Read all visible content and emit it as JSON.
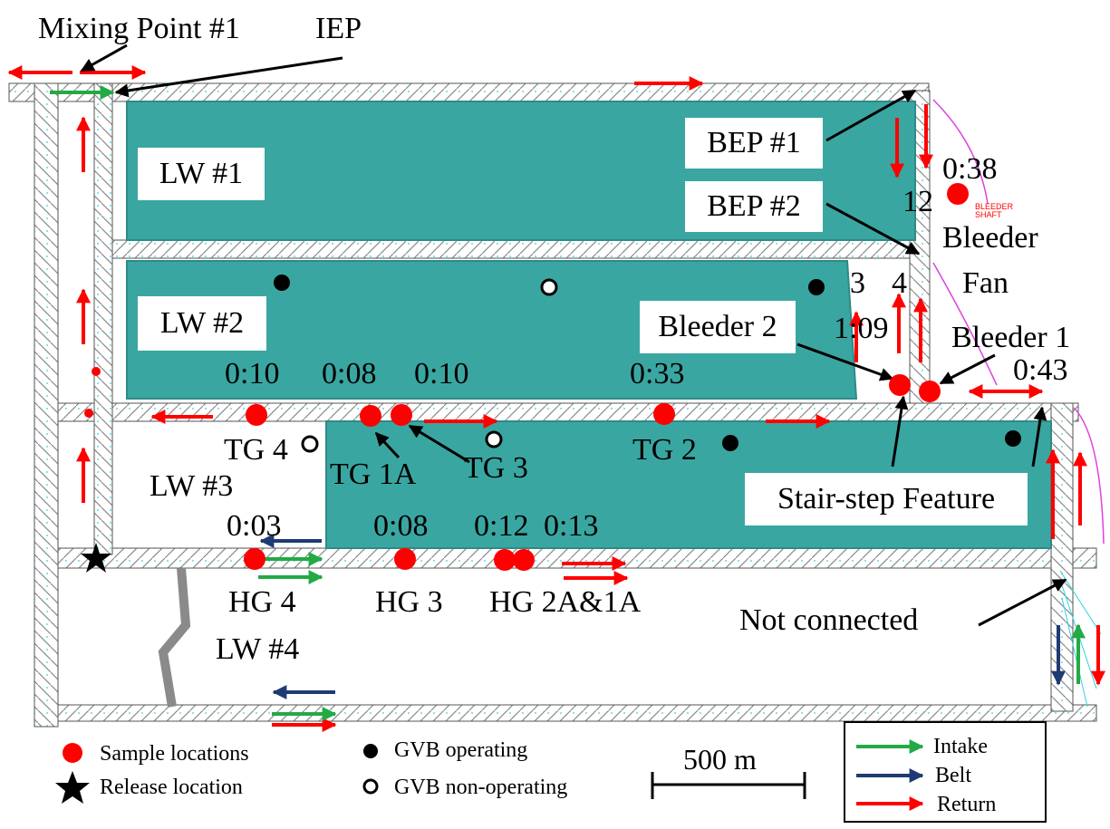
{
  "colors": {
    "panel": "#3aa6a1",
    "panel_dark": "#2e8a86",
    "entry": "#9a9a9a",
    "sample": "#ff0000",
    "return": "#ff0000",
    "intake": "#22aa44",
    "belt": "#1f3b73",
    "pointer": "#000000",
    "magenta": "#e040e0",
    "cyan": "#2fd0e0"
  },
  "labels": {
    "mixing_point": "Mixing Point #1",
    "iep": "IEP",
    "bep1": "BEP #1",
    "bep2": "BEP #2",
    "lw1": "LW #1",
    "lw2": "LW #2",
    "lw3": "LW #3",
    "lw4": "LW #4",
    "bleeder_fan": "Bleeder",
    "bleeder_fan2": "Fan",
    "bleeder1": "Bleeder 1",
    "bleeder2": "Bleeder 2",
    "stair_step": "Stair-step Feature",
    "not_connected": "Not connected",
    "scale": "500 m",
    "num12": "12",
    "num3": "3",
    "num4": "4",
    "bleeder_shaft": "BLEEDER SHAFT"
  },
  "times": {
    "t038": "0:38",
    "t109": "1:09",
    "t043": "0:43",
    "tg4_time": "0:10",
    "tg1a_time": "0:08",
    "tg3_time": "0:10",
    "tg2_time": "0:33",
    "hg4_time": "0:03",
    "hg3_time": "0:08",
    "hg2a_time": "0:12",
    "hg1a_time": "0:13"
  },
  "gauges": {
    "tg4": "TG 4",
    "tg1a": "TG 1A",
    "tg3": "TG 3",
    "tg2": "TG 2",
    "hg4": "HG 4",
    "hg3": "HG 3",
    "hg2a1a": "HG 2A&1A"
  },
  "legend": {
    "sample": "Sample locations",
    "release": "Release location",
    "gvb_on": "GVB operating",
    "gvb_off": "GVB non-operating",
    "intake": "Intake",
    "belt": "Belt",
    "return": "Return"
  }
}
